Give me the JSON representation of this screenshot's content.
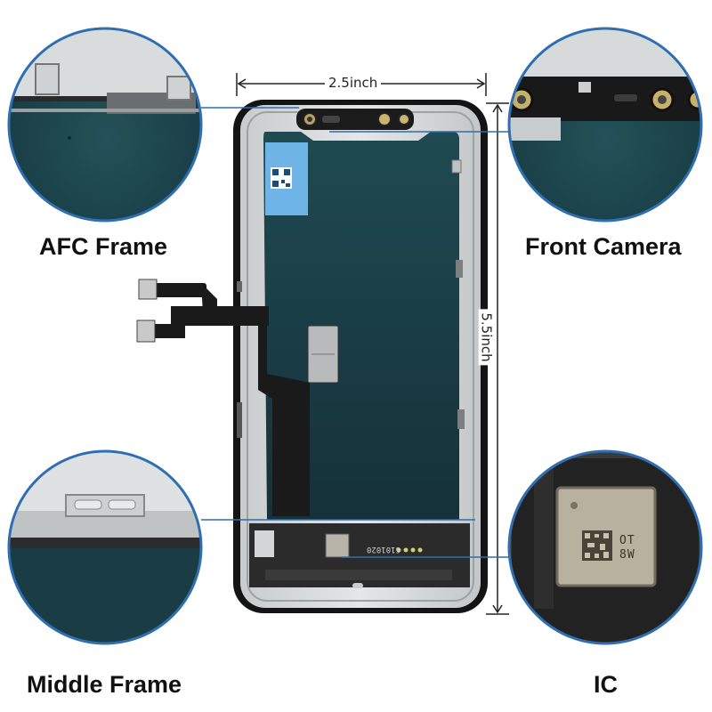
{
  "callouts": {
    "top_left": "AFC Frame",
    "top_right": "Front Camera",
    "bottom_left": "Middle Frame",
    "bottom_right": "IC"
  },
  "dimensions": {
    "width": "2.5inch",
    "height": "5.5inch"
  },
  "ic_marking": [
    "OT",
    "8W"
  ],
  "pcb_marking": "6101020",
  "colors": {
    "screen": "#1c3d44",
    "frame": "#d7d9da",
    "bezel": "#141414",
    "callout_ring": "#2f6eb0",
    "flex": "#1a1a1a"
  }
}
